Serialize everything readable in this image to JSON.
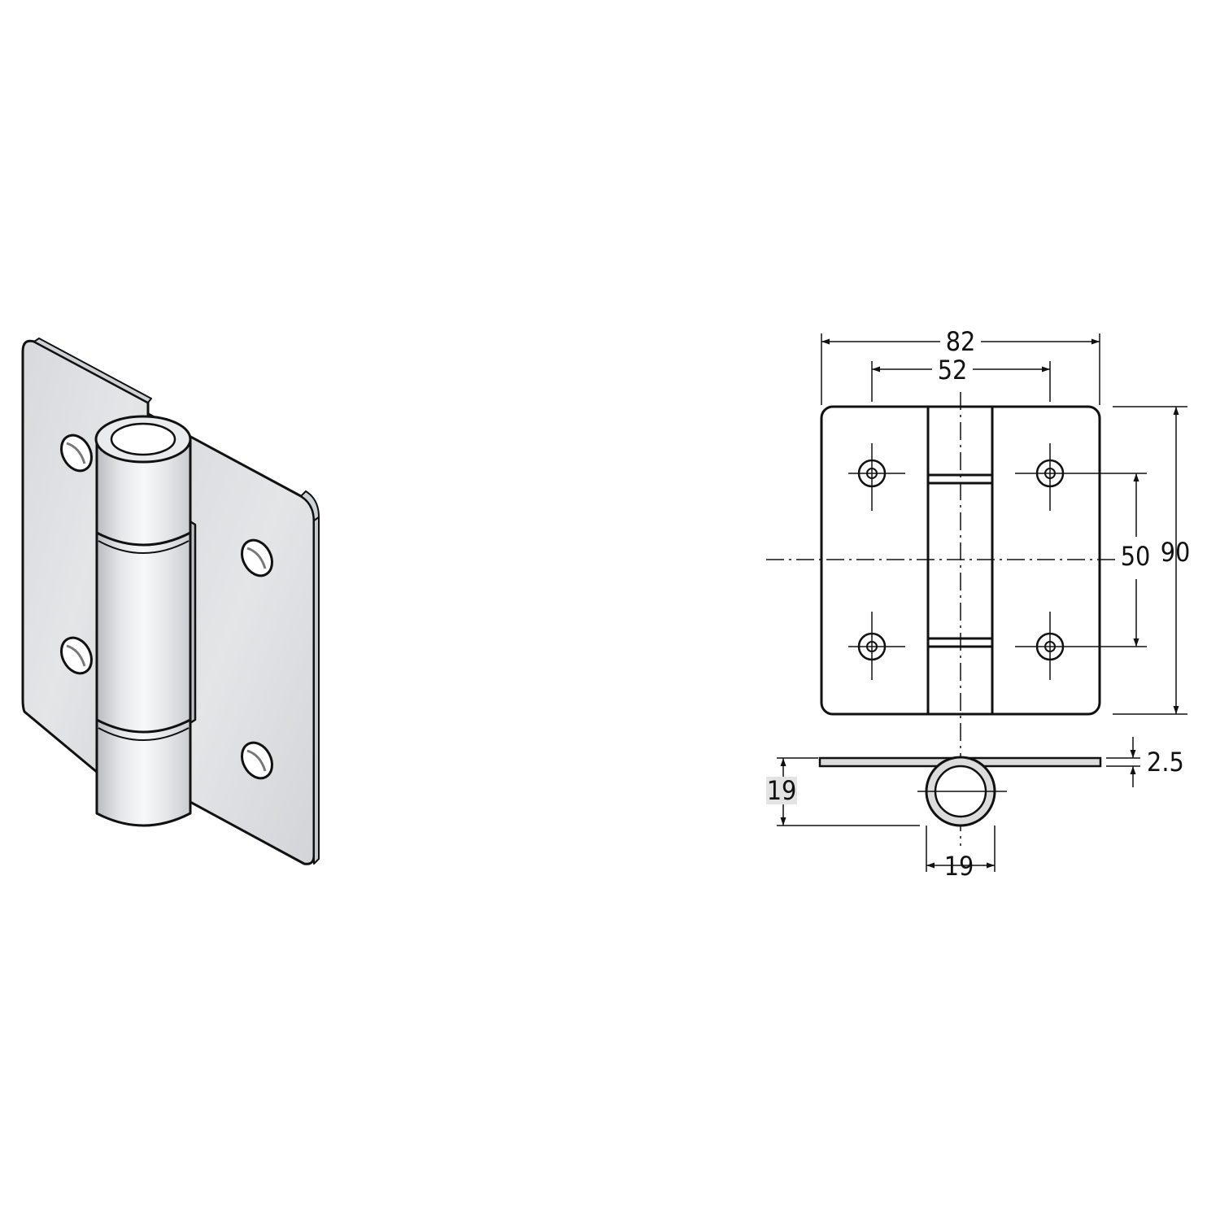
{
  "dimensions": {
    "overall_width": "82",
    "hole_spacing_horizontal": "52",
    "hole_spacing_vertical": "50",
    "overall_height": "90",
    "plate_thickness": "2.5",
    "knuckle_height": "19",
    "knuckle_diameter": "19"
  }
}
